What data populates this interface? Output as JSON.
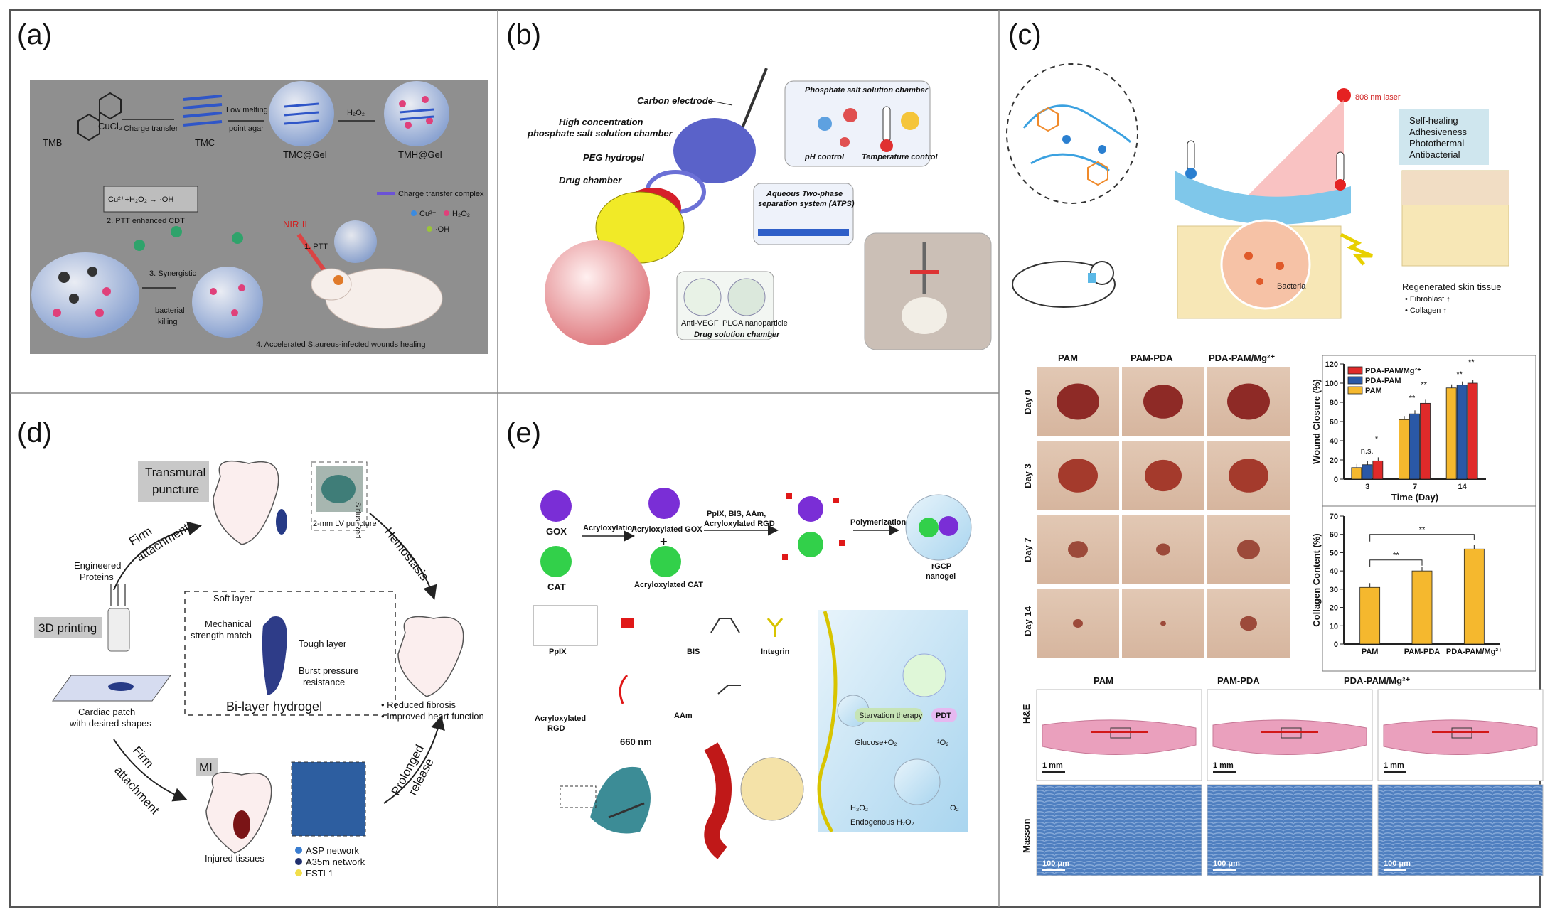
{
  "panels": {
    "a": {
      "label": "(a)",
      "tmb": "TMB",
      "cucl2": "CuCl₂",
      "charge_transfer": "Charge transfer",
      "low_melting": "Low melting",
      "point_agar": "point agar",
      "tmc": "TMC",
      "h2o2": "H₂O₂",
      "tmc_gel": "TMC@Gel",
      "tmh_gel": "TMH@Gel",
      "cdt_eq": "Cu²⁺+H₂O₂ → ·OH",
      "ptt_cdt": "2. PTT enhanced CDT",
      "nir": "NIR-II",
      "ptt": "1. PTT",
      "legend_complex": "Charge transfer complex",
      "legend_cu": "Cu²⁺",
      "legend_h2o2": "H₂O₂",
      "legend_oh": "·OH",
      "synergistic_1": "3. Synergistic",
      "synergistic_2": "bacterial",
      "synergistic_3": "killing",
      "wound_healing": "4. Accelerated S.aureus-infected wounds healing"
    },
    "b": {
      "label": "(b)",
      "carbon_electrode": "Carbon electrode",
      "high_conc_1": "High concentration",
      "high_conc_2": "phosphate salt solution chamber",
      "peg": "PEG hydrogel",
      "drug_chamber": "Drug chamber",
      "phosphate_title": "Phosphate salt solution chamber",
      "ph_control": "pH control",
      "temp_control": "Temperature control",
      "atps_1": "Aqueous Two-phase",
      "atps_2": "separation system (ATPS)",
      "anti_vegf": "Anti-VEGF",
      "plga": "PLGA nanoparticle",
      "drug_solution": "Drug solution chamber"
    },
    "c": {
      "label": "(c)",
      "laser": "808 nm laser",
      "properties": [
        "Self-healing",
        "Adhesiveness",
        "Photothermal",
        "Antibacterial"
      ],
      "bacteria": "Bacteria",
      "regenerated": "Regenerated skin tissue",
      "fibroblast": "• Fibroblast ↑",
      "collagen": "• Collagen ↑",
      "columns": [
        "PAM",
        "PAM-PDA",
        "PDA-PAM/Mg²⁺"
      ],
      "days": [
        "Day 0",
        "Day 3",
        "Day 7",
        "Day 14"
      ],
      "stain_rows": [
        "H&E",
        "Masson"
      ],
      "scale_1mm": "1 mm",
      "scale_100um": "100 μm"
    },
    "d": {
      "label": "(d)",
      "transmural_1": "Transmural",
      "transmural_2": "puncture",
      "sirius": "Sirius-Red",
      "lv_puncture": "2-mm LV puncture",
      "firm_attach": "Firm",
      "firm_attach_2": "attachment",
      "hemostasis": "Hemostasis",
      "engineered_1": "Engineered",
      "engineered_2": "Proteins",
      "printing": "3D printing",
      "soft_layer": "Soft layer",
      "mech_1": "Mechanical",
      "mech_2": "strength match",
      "tough": "Tough layer",
      "burst_1": "Burst pressure",
      "burst_2": "resistance",
      "bilayer": "Bi-layer hydrogel",
      "cardiac_1": "Cardiac patch",
      "cardiac_2": "with desired shapes",
      "reduced_fibrosis": "• Reduced fibrosis",
      "improved_heart": "• Improved heart function",
      "mi": "MI",
      "prolonged_1": "Prolonged",
      "prolonged_2": "release",
      "injured": "Injured tissues",
      "asp": "ASP network",
      "a35m": "A35m network",
      "fstl1": "FSTL1"
    },
    "e": {
      "label": "(e)",
      "gox": "GOX",
      "cat": "CAT",
      "acryloxylation": "Acryloxylation",
      "acr_gox": "Acryloxylated GOX",
      "acr_cat": "Acryloxylated CAT",
      "reagents_1": "PpIX, BIS, AAm,",
      "reagents_2": "Acryloxylated RGD",
      "polymerization": "Polymerization",
      "rgcp_1": "rGCP",
      "rgcp_2": "nanogel",
      "ppix": "PpIX",
      "bis": "BIS",
      "integrin": "Integrin",
      "acr_rgd_1": "Acryloxylated",
      "acr_rgd_2": "RGD",
      "aam": "AAm",
      "nm660": "660 nm",
      "starvation": "Starvation therapy",
      "pdt": "PDT",
      "glucose": "Glucose+O₂",
      "singlet": "¹O₂",
      "h2o2": "H₂O₂",
      "o2": "O₂",
      "endogenous": "Endogenous H₂O₂"
    }
  },
  "chart_data": [
    {
      "type": "bar",
      "categories": [
        "3",
        "7",
        "14"
      ],
      "series": [
        {
          "name": "PAM",
          "values": [
            12,
            62,
            95
          ]
        },
        {
          "name": "PDA-PAM",
          "values": [
            15,
            68,
            98
          ]
        },
        {
          "name": "PDA-PAM/Mg²⁺",
          "values": [
            19,
            79,
            100
          ]
        }
      ],
      "colors": [
        "#f5b82e",
        "#2a58a6",
        "#e02a2a"
      ],
      "xlabel": "Time (Day)",
      "ylabel": "Wound Closure (%)",
      "ylim": [
        0,
        120
      ],
      "yticks": [
        0,
        20,
        40,
        60,
        80,
        100,
        120
      ],
      "annotations": [
        "n.s.",
        "*",
        "**",
        "**",
        "**",
        "**"
      ],
      "legend_position": "top-left"
    },
    {
      "type": "bar",
      "categories": [
        "PAM",
        "PAM-PDA",
        "PDA-PAM/Mg²⁺"
      ],
      "values": [
        31,
        40,
        52
      ],
      "color": "#f5b82e",
      "xlabel": "",
      "ylabel": "Collagen Content (%)",
      "ylim": [
        0,
        70
      ],
      "yticks": [
        0,
        10,
        20,
        30,
        40,
        50,
        60,
        70
      ],
      "annotations": [
        "**",
        "**"
      ]
    }
  ]
}
